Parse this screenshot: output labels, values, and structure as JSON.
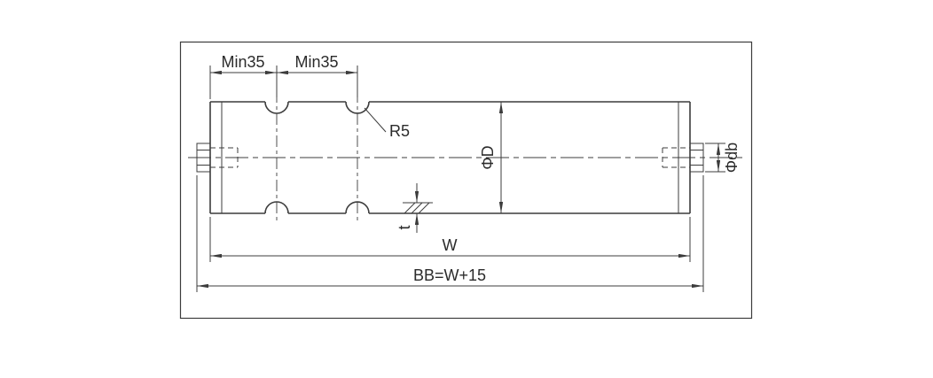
{
  "page": {
    "background": "#ffffff",
    "line_color": "#3c3c3c",
    "text_color": "#2b2b2b"
  },
  "drawing": {
    "labels": {
      "min35_left": "Min35",
      "min35_right": "Min35",
      "groove_radius": "R5",
      "roller_diameter": "ΦD",
      "shaft_end_diameter": "Φdb",
      "tube_wall_thickness": "t",
      "roller_face_width": "W",
      "overall_length": "BB=W+15"
    }
  }
}
